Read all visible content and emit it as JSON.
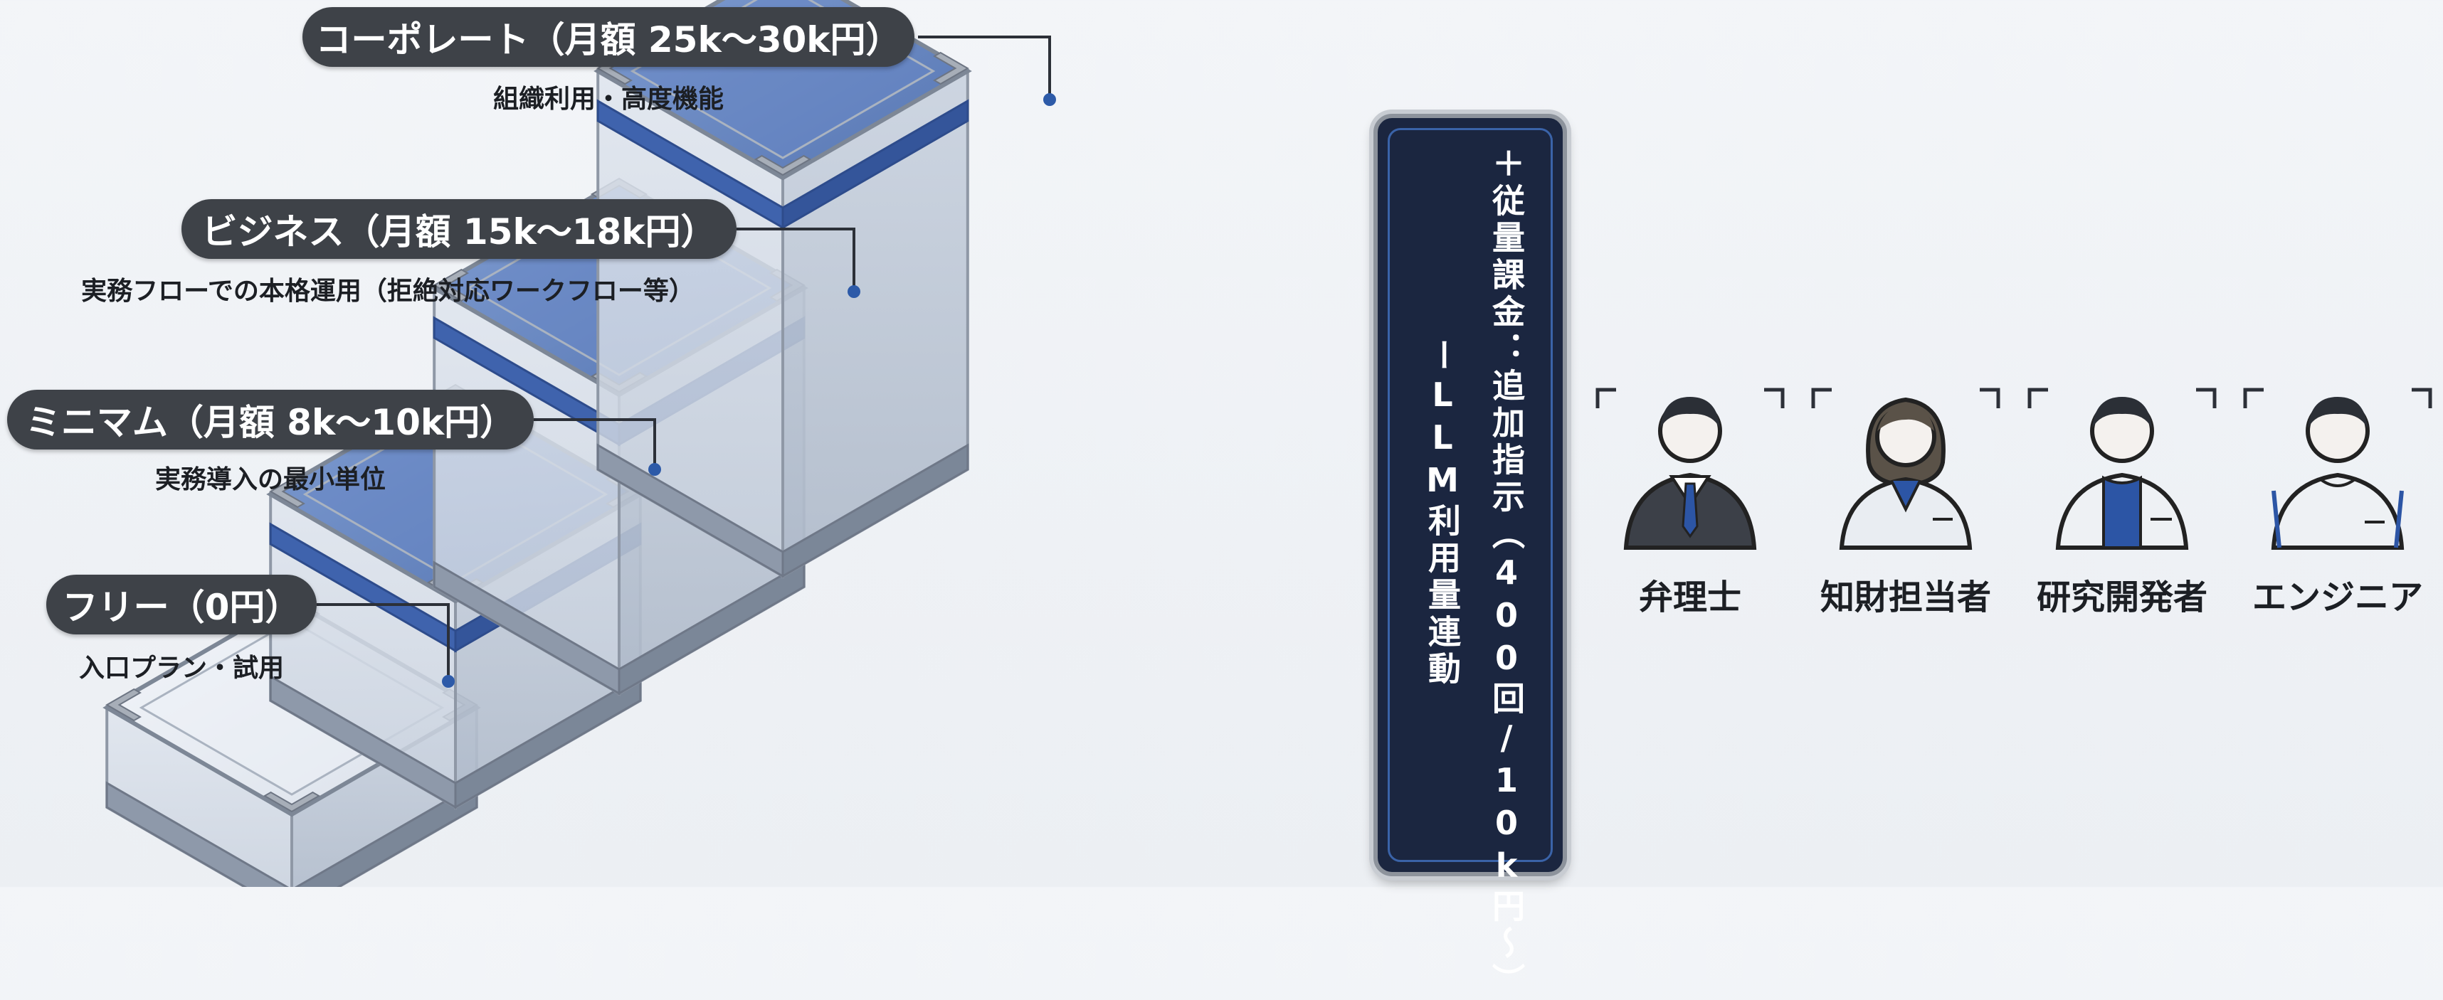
{
  "tiers": [
    {
      "name": "コーポレート（月額 25k〜30k円）",
      "desc": "組織利用・高度機能"
    },
    {
      "name": "ビジネス（月額 15k〜18k円）",
      "desc": "実務フローでの本格運用（拒絶対応ワークフロー等）"
    },
    {
      "name": "ミニマム（月額 8k〜10k円）",
      "desc": "実務導入の最小単位"
    },
    {
      "name": "フリー（0円）",
      "desc": "入口プラン・試用"
    }
  ],
  "usage_panel": {
    "line1": "＋従量課金：追加指示（400回/10k円〜）",
    "line2": "ーLLM利用量連動"
  },
  "personas": [
    {
      "label": "弁理士",
      "icon": "patent-attorney-icon"
    },
    {
      "label": "知財担当者",
      "icon": "ip-staff-icon"
    },
    {
      "label": "研究開発者",
      "icon": "researcher-icon"
    },
    {
      "label": "エンジニア",
      "icon": "engineer-icon"
    }
  ],
  "colors": {
    "pill_bg": "#3e4248",
    "panel_bg": "#1b2640",
    "accent_blue": "#3a63b0",
    "frame_gray": "#9aa1ab"
  }
}
